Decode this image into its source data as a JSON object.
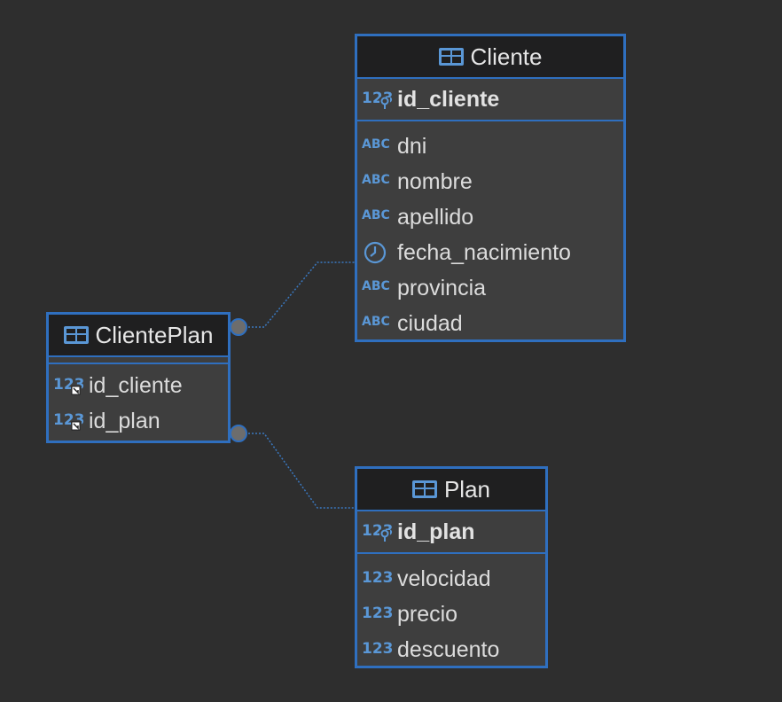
{
  "colors": {
    "background": "#2e2e2e",
    "entity_border": "#2f6fbf",
    "entity_body": "#3e3e3e",
    "entity_header": "#1f1f20",
    "icon_blue": "#5a97d6",
    "connector": "#3a78c0"
  },
  "entities": {
    "cliente": {
      "title": "Cliente",
      "pk": {
        "name": "id_cliente",
        "icon": "numeric-key-icon"
      },
      "columns": [
        {
          "name": "dni",
          "icon": "text-type-icon"
        },
        {
          "name": "nombre",
          "icon": "text-type-icon"
        },
        {
          "name": "apellido",
          "icon": "text-type-icon"
        },
        {
          "name": "fecha_nacimiento",
          "icon": "clock-icon"
        },
        {
          "name": "provincia",
          "icon": "text-type-icon"
        },
        {
          "name": "ciudad",
          "icon": "text-type-icon"
        }
      ]
    },
    "clienteplan": {
      "title": "ClientePlan",
      "columns": [
        {
          "name": "id_cliente",
          "icon": "numeric-fk-icon"
        },
        {
          "name": "id_plan",
          "icon": "numeric-fk-icon"
        }
      ]
    },
    "plan": {
      "title": "Plan",
      "pk": {
        "name": "id_plan",
        "icon": "numeric-key-icon"
      },
      "columns": [
        {
          "name": "velocidad",
          "icon": "numeric-type-icon"
        },
        {
          "name": "precio",
          "icon": "numeric-type-icon"
        },
        {
          "name": "descuento",
          "icon": "numeric-type-icon"
        }
      ]
    }
  },
  "relationships": [
    {
      "from": "ClientePlan",
      "to": "Cliente"
    },
    {
      "from": "ClientePlan",
      "to": "Plan"
    }
  ],
  "icon_text": {
    "numeric": "123",
    "text": "ABC"
  }
}
